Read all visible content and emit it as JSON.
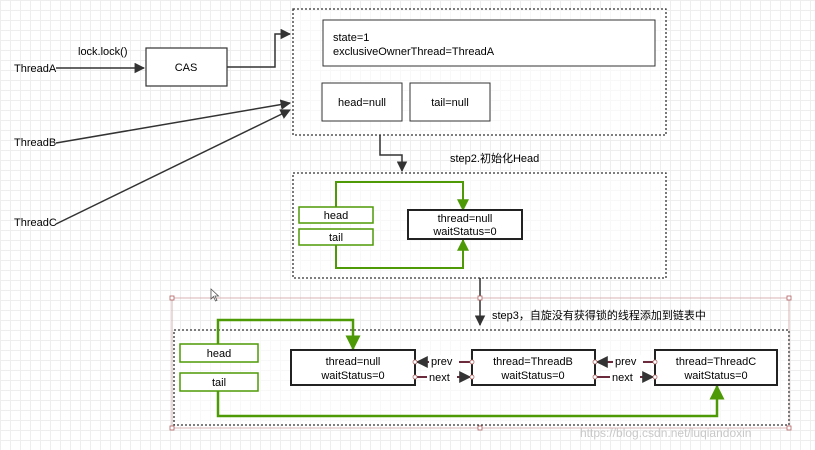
{
  "threads": {
    "a": "ThreadA",
    "b": "ThreadB",
    "c": "ThreadC"
  },
  "lock_call": "lock.lock()",
  "cas": "CAS",
  "state_box": {
    "line1": "state=1",
    "line2": "exclusiveOwnerThread=ThreadA"
  },
  "head_null": "head=null",
  "tail_null": "tail=null",
  "step2": {
    "title": "step2.初始化Head",
    "head": "head",
    "tail": "tail",
    "node_line1": "thread=null",
    "node_line2": "waitStatus=0"
  },
  "step3": {
    "title": "step3，自旋没有获得锁的线程添加到链表中",
    "head": "head",
    "tail": "tail",
    "nodes": [
      {
        "line1": "thread=null",
        "line2": "waitStatus=0"
      },
      {
        "line1": "thread=ThreadB",
        "line2": "waitStatus=0"
      },
      {
        "line1": "thread=ThreadC",
        "line2": "waitStatus=0"
      }
    ],
    "prev": "prev",
    "next": "next"
  },
  "watermark": "https://blog.csdn.net/luqiandoxin",
  "colors": {
    "green": "#4e9a06",
    "link": "#6b2b3c",
    "dark": "#333333"
  }
}
